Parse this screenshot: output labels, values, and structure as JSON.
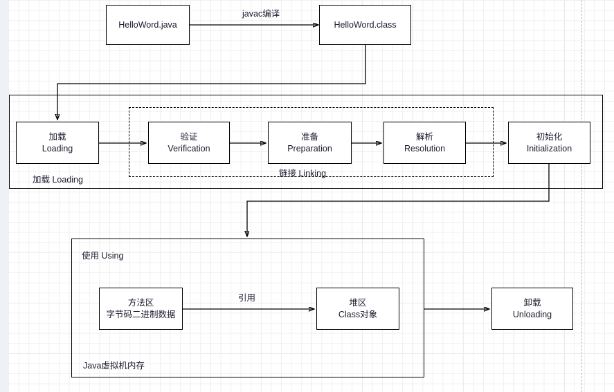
{
  "diagram": {
    "title_semantic": "jvm-class-lifecycle",
    "stroke_color": "#000000",
    "box_fill": "#ffffff",
    "canvas_bg": "#ffffff"
  },
  "source": {
    "java_file": "HelloWord.java",
    "class_file": "HelloWord.class",
    "compile_label": "javac编译"
  },
  "loading_section": {
    "loading_box": {
      "cn": "加载",
      "en": "Loading"
    },
    "loading_caption": "加载    Loading",
    "linking_caption": "链接    Linking",
    "steps": [
      {
        "cn": "验证",
        "en": "Verification"
      },
      {
        "cn": "准备",
        "en": "Preparation"
      },
      {
        "cn": "解析",
        "en": "Resolution"
      }
    ],
    "init_box": {
      "cn": "初始化",
      "en": "Initialization"
    }
  },
  "using_section": {
    "using_caption": "使用    Using",
    "memory_caption": "Java虚拟机内存",
    "method_area": {
      "line1": "方法区",
      "line2": "字节码二进制数据"
    },
    "heap_area": {
      "line1": "堆区",
      "line2": "Class对象"
    },
    "reference_label": "引用",
    "unloading_box": {
      "cn": "卸载",
      "en": "Unloading"
    }
  }
}
